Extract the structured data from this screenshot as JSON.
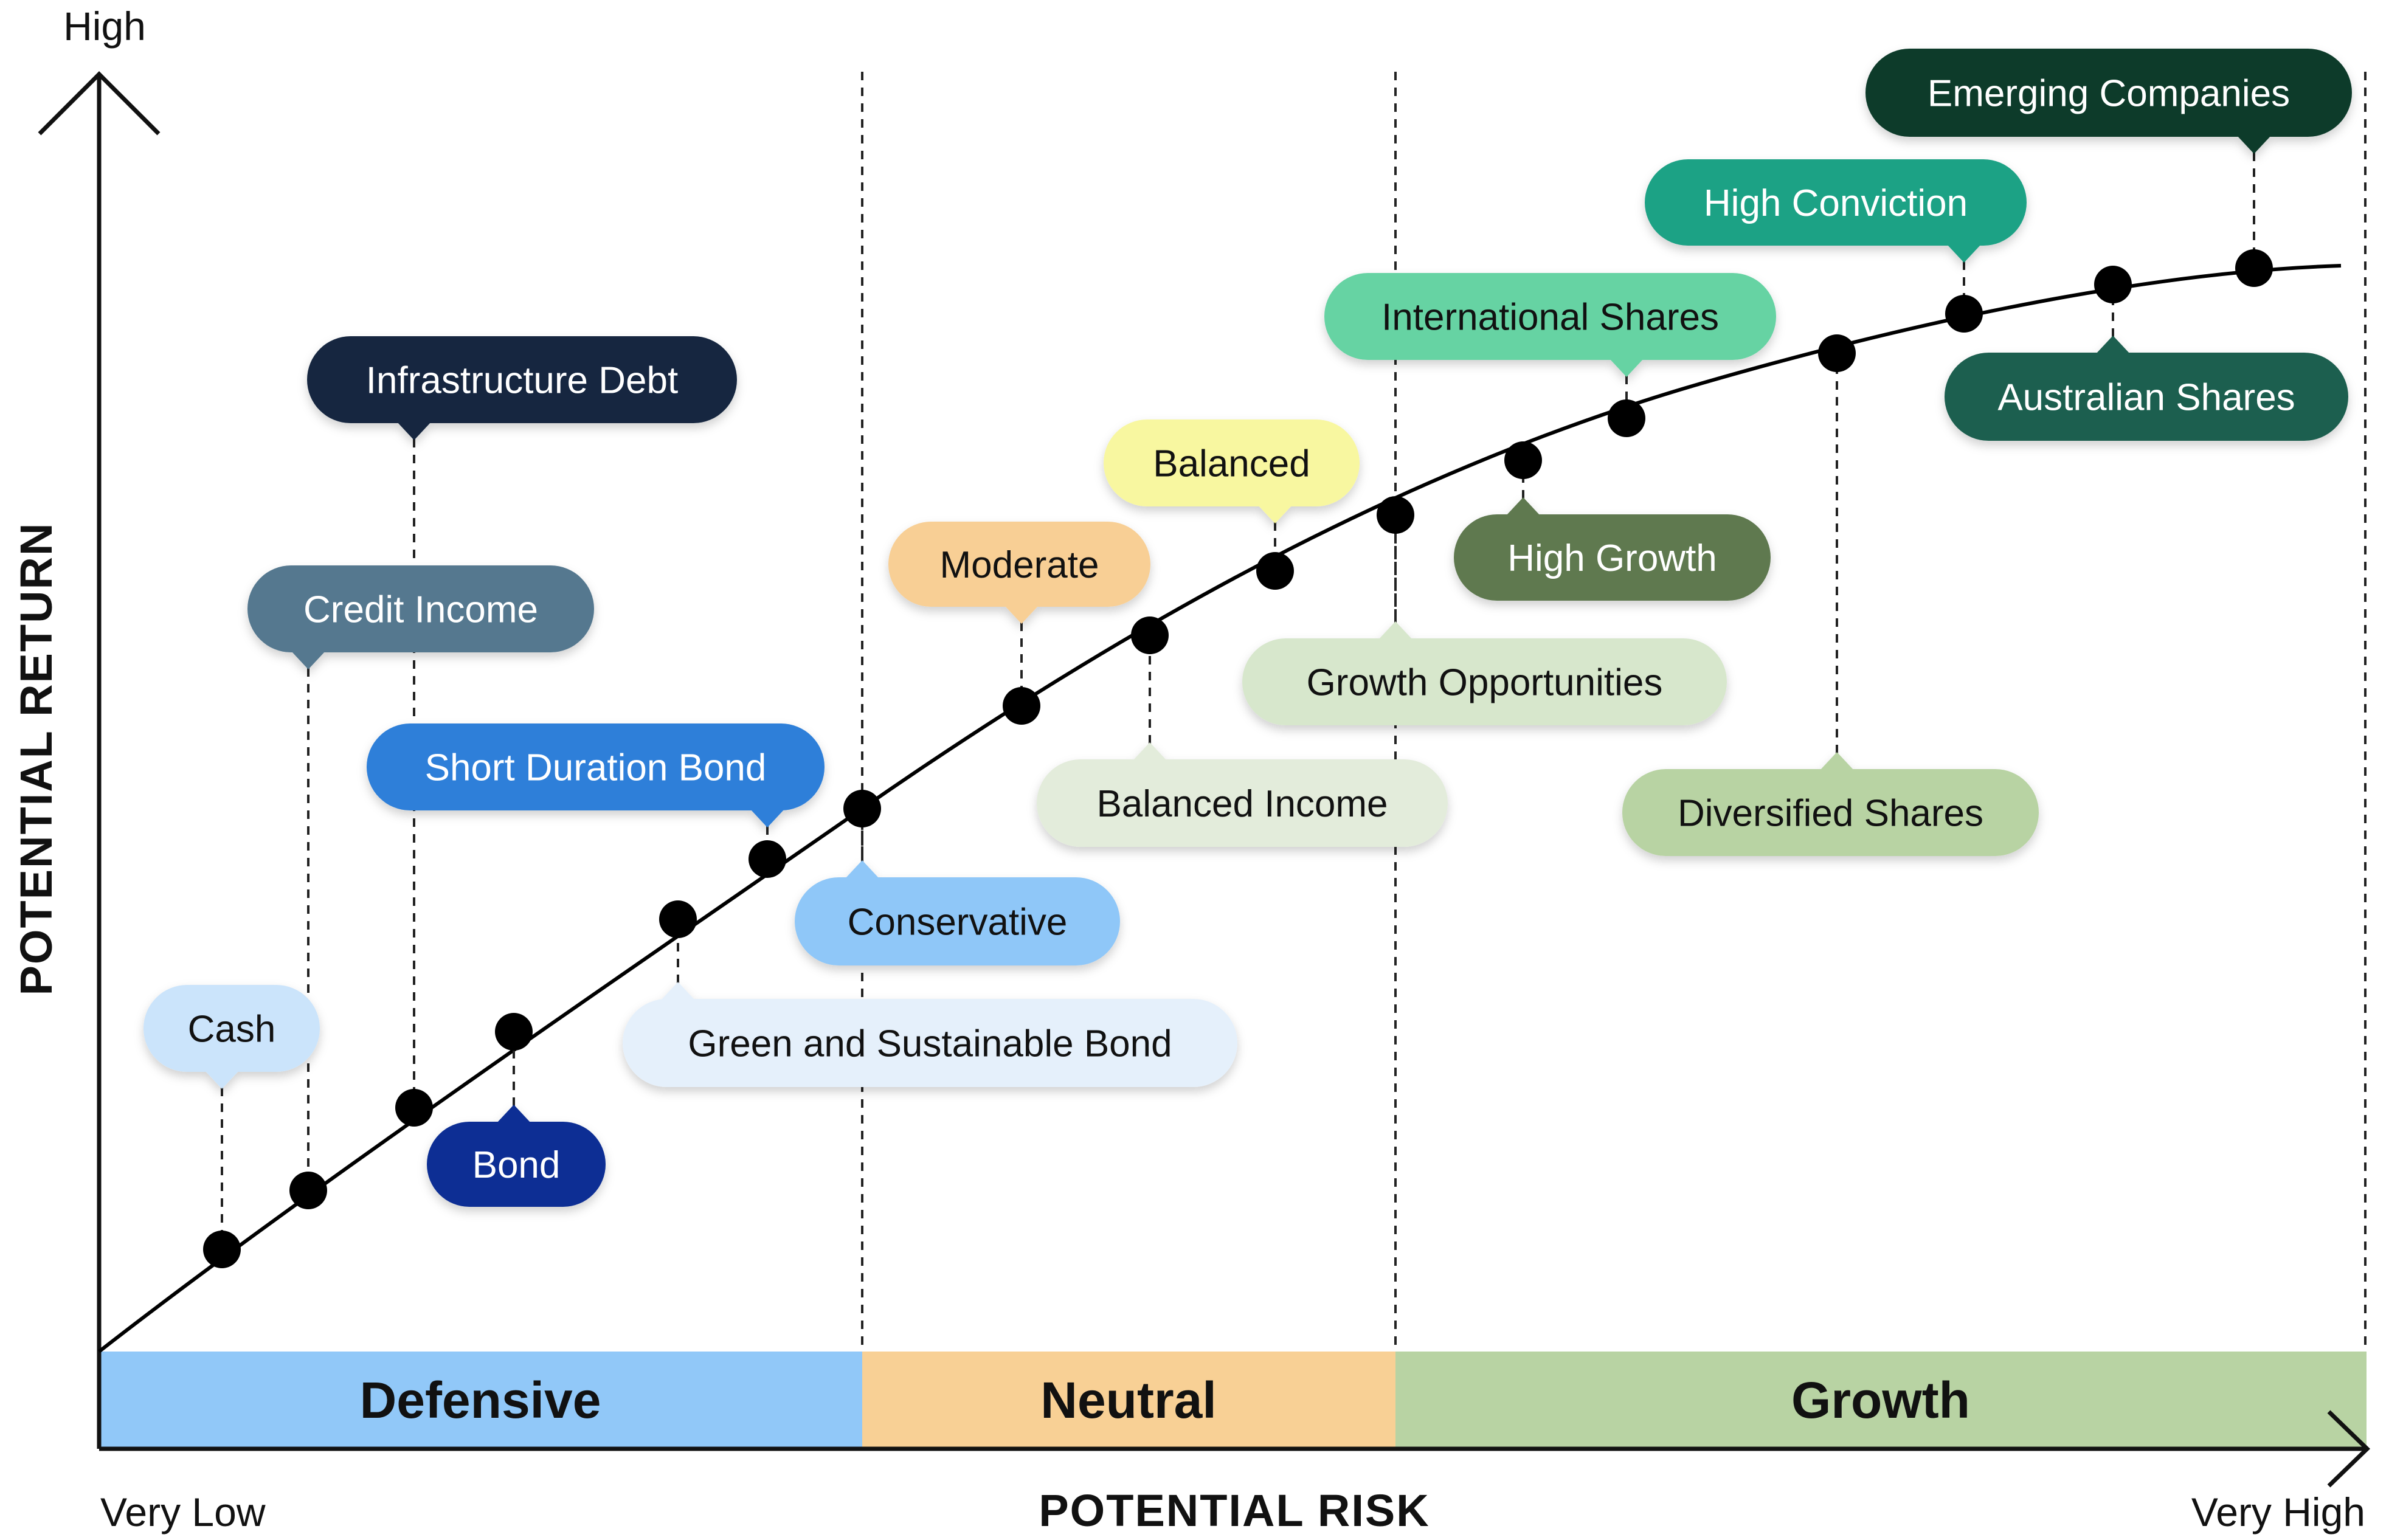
{
  "axes": {
    "y_title": "POTENTIAL RETURN",
    "y_top_label": "High",
    "x_title": "POTENTIAL RISK",
    "x_left_label": "Very Low",
    "x_right_label": "Very High"
  },
  "zones": [
    {
      "label": "Defensive",
      "color": "#91c8f8"
    },
    {
      "label": "Neutral",
      "color": "#f8d095"
    },
    {
      "label": "Growth",
      "color": "#b8d3a3"
    }
  ],
  "funds": [
    {
      "name": "Cash",
      "bg": "#cbe4fb",
      "fg": "#111111"
    },
    {
      "name": "Credit Income",
      "bg": "#54788f",
      "fg": "#ffffff"
    },
    {
      "name": "Infrastructure Debt",
      "bg": "#13273f",
      "fg": "#ffffff"
    },
    {
      "name": "Bond",
      "bg": "#082d94",
      "fg": "#ffffff"
    },
    {
      "name": "Green and Sustainable Bond",
      "bg": "#e5f0fb",
      "fg": "#111111"
    },
    {
      "name": "Short Duration Bond",
      "bg": "#2d7fd9",
      "fg": "#ffffff"
    },
    {
      "name": "Conservative",
      "bg": "#8fc7f8",
      "fg": "#111111"
    },
    {
      "name": "Moderate",
      "bg": "#f8cf95",
      "fg": "#111111"
    },
    {
      "name": "Balanced Income",
      "bg": "#e3ecdb",
      "fg": "#111111"
    },
    {
      "name": "Balanced",
      "bg": "#f8f7a0",
      "fg": "#111111"
    },
    {
      "name": "Growth Opportunities",
      "bg": "#d7e7cc",
      "fg": "#111111"
    },
    {
      "name": "High Growth",
      "bg": "#5e7950",
      "fg": "#ffffff"
    },
    {
      "name": "International Shares",
      "bg": "#66d3a3",
      "fg": "#111111"
    },
    {
      "name": "Diversified Shares",
      "bg": "#b8d3a3",
      "fg": "#111111"
    },
    {
      "name": "High Conviction",
      "bg": "#1fa285",
      "fg": "#ffffff"
    },
    {
      "name": "Australian Shares",
      "bg": "#1f5f4f",
      "fg": "#ffffff"
    },
    {
      "name": "Emerging Companies",
      "bg": "#0b3a2a",
      "fg": "#ffffff"
    }
  ]
}
